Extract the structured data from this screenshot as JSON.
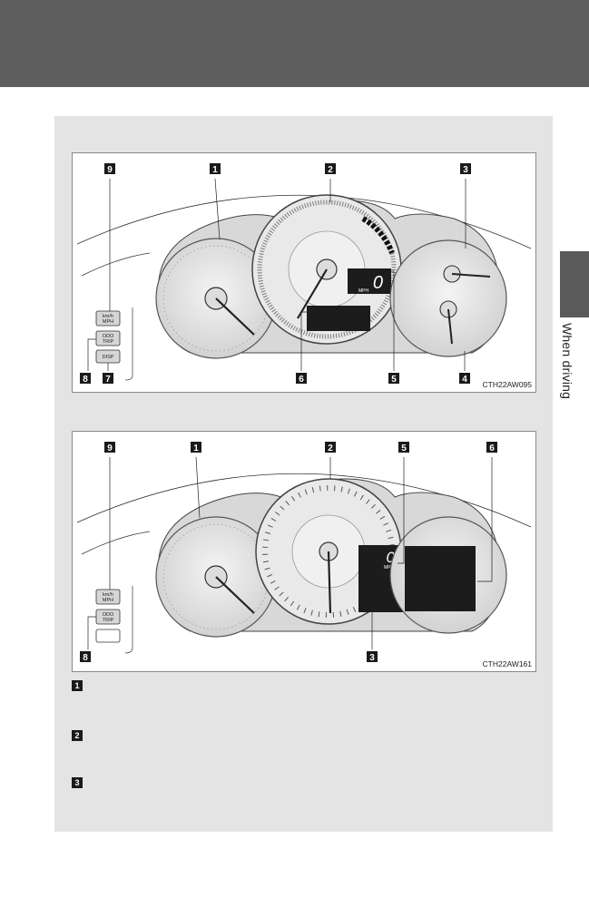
{
  "side_label": "When driving",
  "figure1": {
    "code": "CTH22AW095",
    "callouts": {
      "c1": "1",
      "c2": "2",
      "c3": "3",
      "c4": "4",
      "c5": "5",
      "c6": "6",
      "c7": "7",
      "c8": "8",
      "c9": "9"
    },
    "buttons": {
      "unit_top": "km/h",
      "unit_bottom": "MPH",
      "odo_top": "ODO",
      "odo_bottom": "TRIP",
      "disp": "DISP"
    },
    "lcd": {
      "value": "0",
      "unit": "MPH"
    }
  },
  "figure2": {
    "code": "CTH22AW161",
    "callouts": {
      "c1": "1",
      "c2": "2",
      "c3": "3",
      "c5": "5",
      "c6": "6",
      "c8": "8",
      "c9": "9"
    },
    "buttons": {
      "unit_top": "km/h",
      "unit_bottom": "MPH",
      "odo_top": "ODO",
      "odo_bottom": "TRIP"
    },
    "lcd": {
      "value": "0",
      "unit": "MPH"
    }
  },
  "legend": [
    "1",
    "2",
    "3"
  ]
}
